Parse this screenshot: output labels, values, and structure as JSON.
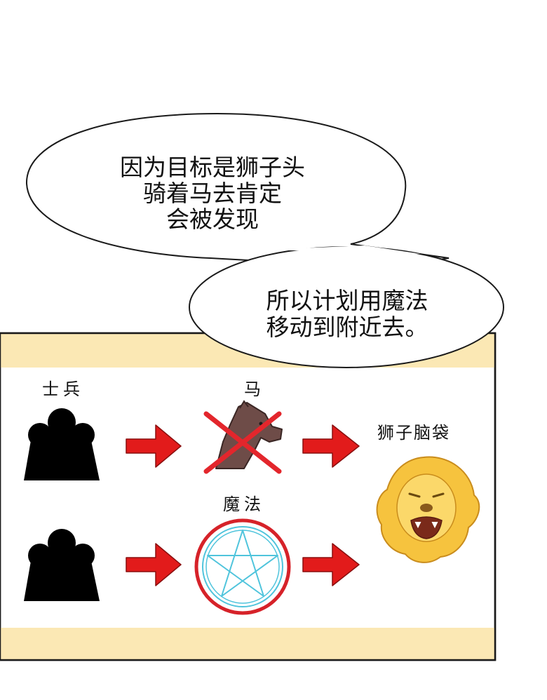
{
  "bubbles": {
    "top": [
      "因为目标是狮子头",
      "骑着马去肯定",
      "会被发现"
    ],
    "bottom": [
      "所以计划用魔法",
      "移动到附近去。"
    ]
  },
  "labels": {
    "soldiers": "士兵",
    "horse": "马",
    "lion_head": "狮子脑袋",
    "magic": "魔法"
  },
  "colors": {
    "panel_band": "#fbe8b4",
    "arrow_fill": "#e21b1b",
    "cross": "#e3262c",
    "circle_ring": "#d62229",
    "pentagram": "#4fc4dc",
    "horse": "#6e4c48",
    "lion": "#f6c33e",
    "silhouette": "#000000"
  },
  "icons": [
    "soldiers-silhouette-icon",
    "horse-icon",
    "red-cross-icon",
    "arrow-right-icon",
    "pentagram-circle-icon",
    "lion-head-icon"
  ]
}
